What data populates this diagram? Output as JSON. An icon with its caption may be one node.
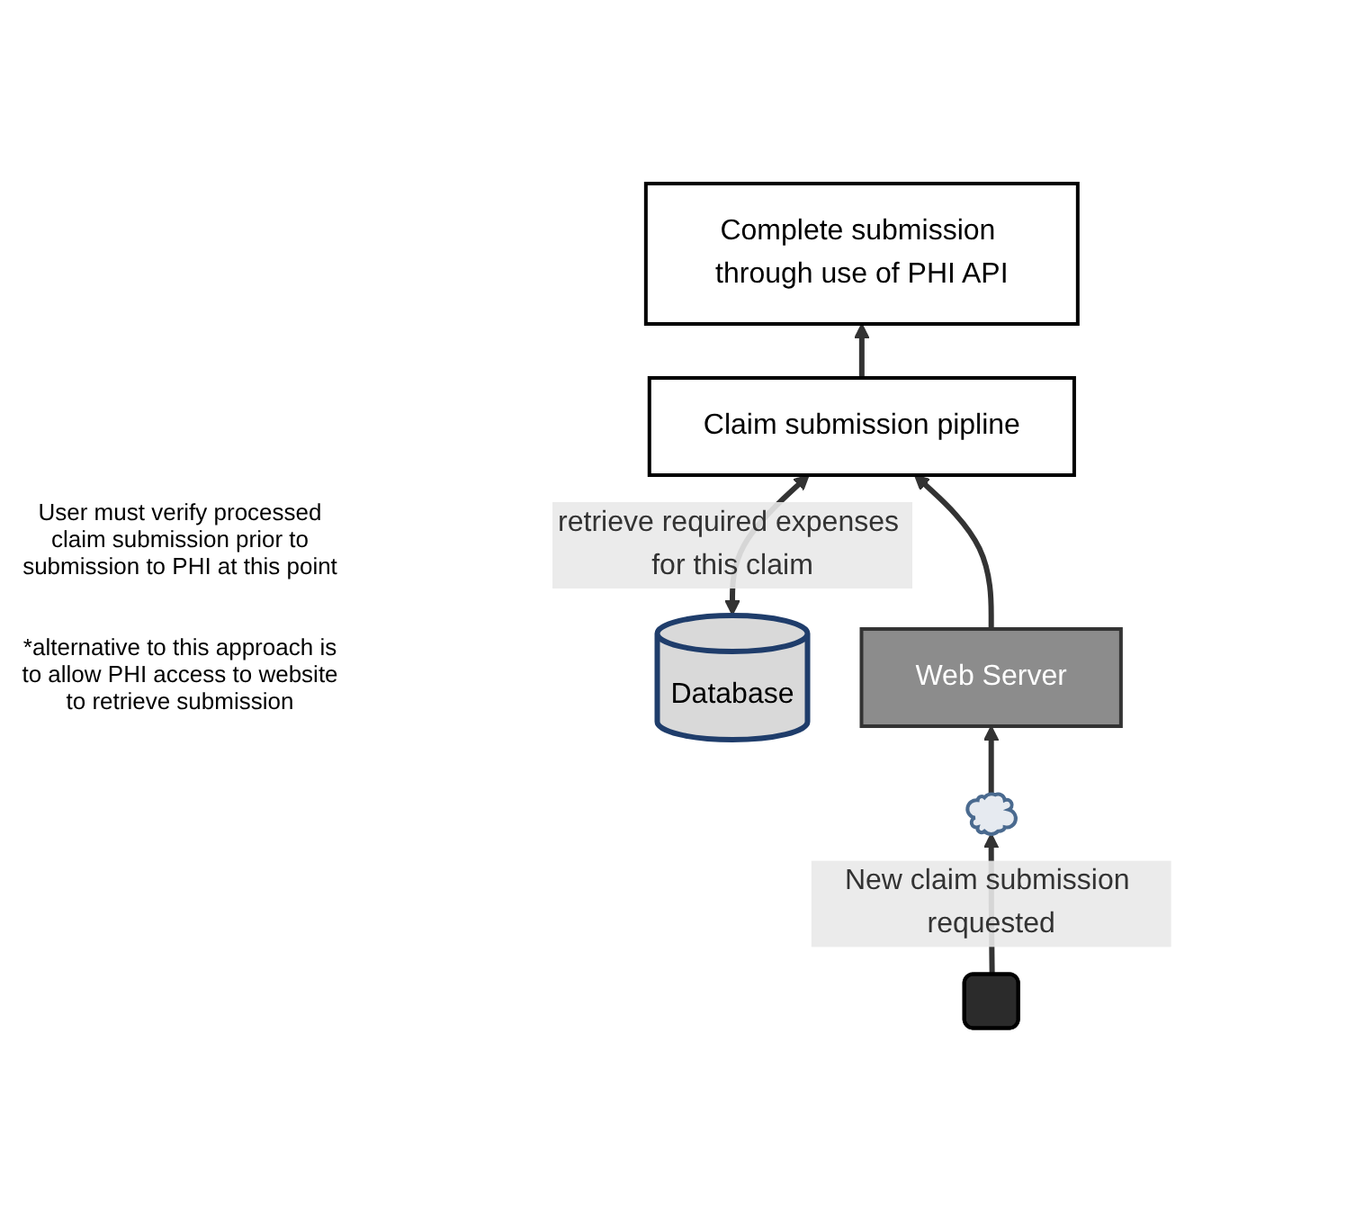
{
  "diagram": {
    "nodes": [
      {
        "text": [
          "Database"
        ]
      },
      {
        "text": [
          "Claim submission pipline"
        ]
      },
      {
        "text": [
          "Complete submission through use of PHI API"
        ]
      },
      {
        "text": [
          "Web Server"
        ]
      },
      {
        "text": [],
        "shape": "cloud"
      },
      {
        "text": [],
        "shape": "phone"
      }
    ],
    "edges": [
      {
        "from": 0,
        "to": 1,
        "arrow": "both",
        "label": "retrieve required expenses for this claim"
      },
      {
        "from": 1,
        "to": 2,
        "arrow": "to"
      },
      {
        "from": 3,
        "to": 1,
        "arrow": "to"
      },
      {
        "from": 4,
        "to": 3,
        "arrow": "to"
      },
      {
        "from": 5,
        "to": 4,
        "arrow": "to",
        "label": "New claim submission requested"
      }
    ],
    "labels": [
      "User must verify processed claim submission prior to submission to PHI at this point",
      "*alternative to this approach is to allow PHI access to website to retrieve submission"
    ]
  }
}
